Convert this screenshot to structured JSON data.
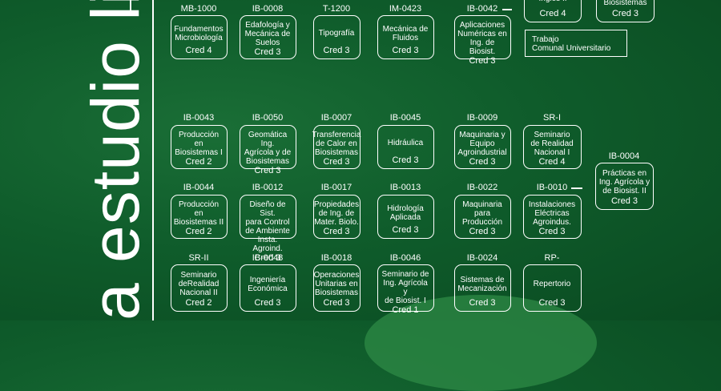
{
  "title": {
    "vertical_text": "a estudio lice"
  },
  "rows": [
    {
      "courses": [
        {
          "code": "MB-1000",
          "name": "Fundamentos\nMicrobiología",
          "credits": "Cred 4"
        },
        {
          "code": "IB-0008",
          "name": "Edafología y\nMecánica de\nSuelos",
          "credits": "Cred 3"
        },
        {
          "code": "T-1200",
          "name": "Tipografía",
          "credits": "Cred 3"
        },
        {
          "code": "IM-0423",
          "name": "Mecánica de\nFluidos",
          "credits": "Cred 3"
        },
        {
          "code": "IB-0042",
          "name": "Aplicaciones\nNuméricas en\nIng. de Biosist.",
          "credits": "Cred 3"
        }
      ]
    },
    {
      "courses": [
        {
          "code": "IB-0043",
          "name": "Producción en\nBiosistemas I",
          "credits": "Cred 2"
        },
        {
          "code": "IB-0050",
          "name": "Geomática Ing.\nAgrícola y de\nBiosistemas",
          "credits": "Cred 3"
        },
        {
          "code": "IB-0007",
          "name": "Transferencia\nde Calor en\nBiosistemas",
          "credits": "Cred 3"
        },
        {
          "code": "IB-0045",
          "name": "Hidráulica",
          "credits": "Cred 3"
        },
        {
          "code": "IB-0009",
          "name": "Maquinaria y\nEquipo\nAgroindustrial",
          "credits": "Cred 3"
        },
        {
          "code": "SR-I",
          "name": "Seminario\nde Realidad\nNacional I",
          "credits": "Cred 4"
        }
      ]
    },
    {
      "courses": [
        {
          "code": "IB-0044",
          "name": "Producción en\nBiosistemas II",
          "credits": "Cred 2"
        },
        {
          "code": "IB-0012",
          "name": "Diseño de Sist.\npara Control\nde Ambiente\nInsta. Agroind.",
          "credits": "Cred 3"
        },
        {
          "code": "IB-0017",
          "name": "Propiedades\nde Ing. de\nMater. Biolo.",
          "credits": "Cred 3"
        },
        {
          "code": "IB-0013",
          "name": "Hidrología\nAplicada",
          "credits": "Cred 3"
        },
        {
          "code": "IB-0022",
          "name": "Maquinaria\npara\nProducción",
          "credits": "Cred 3"
        },
        {
          "code": "IB-0010",
          "name": "Instalaciones\nEléctricas\nAgroindus.",
          "credits": "Cred 3"
        }
      ]
    },
    {
      "courses": [
        {
          "code": "SR-II",
          "name": "Seminario\ndeRealidad\nNacional II",
          "credits": "Cred 2"
        },
        {
          "code": "IB-0048",
          "name": "Ingeniería\nEconómica",
          "credits": "Cred 3"
        },
        {
          "code": "IB-0018",
          "name": "Operaciones\nUnitarias en\nBiosistemas",
          "credits": "Cred 3"
        },
        {
          "code": "IB-0046",
          "name": "Seminario de\nIng. Agrícola y\nde Biosist. I",
          "credits": "Cred 1"
        },
        {
          "code": "IB-0024",
          "name": "Sistemas de\nMecanización",
          "credits": "Cred 3"
        },
        {
          "code": "RP-",
          "name": "Repertorio",
          "credits": "Cred 3"
        }
      ]
    }
  ],
  "top_right": [
    {
      "name": "Inglés II",
      "credits": "Cred 4"
    },
    {
      "name": "de Biosistemas",
      "credits": "Cred 3"
    }
  ],
  "trabajo": {
    "label": "Trabajo\nComunal Universitario"
  },
  "practicas": {
    "code": "IB-0004",
    "name": "Prácticas en\nIng. Agrícola y\nde Biosist. II",
    "credits": "Cred 3"
  }
}
